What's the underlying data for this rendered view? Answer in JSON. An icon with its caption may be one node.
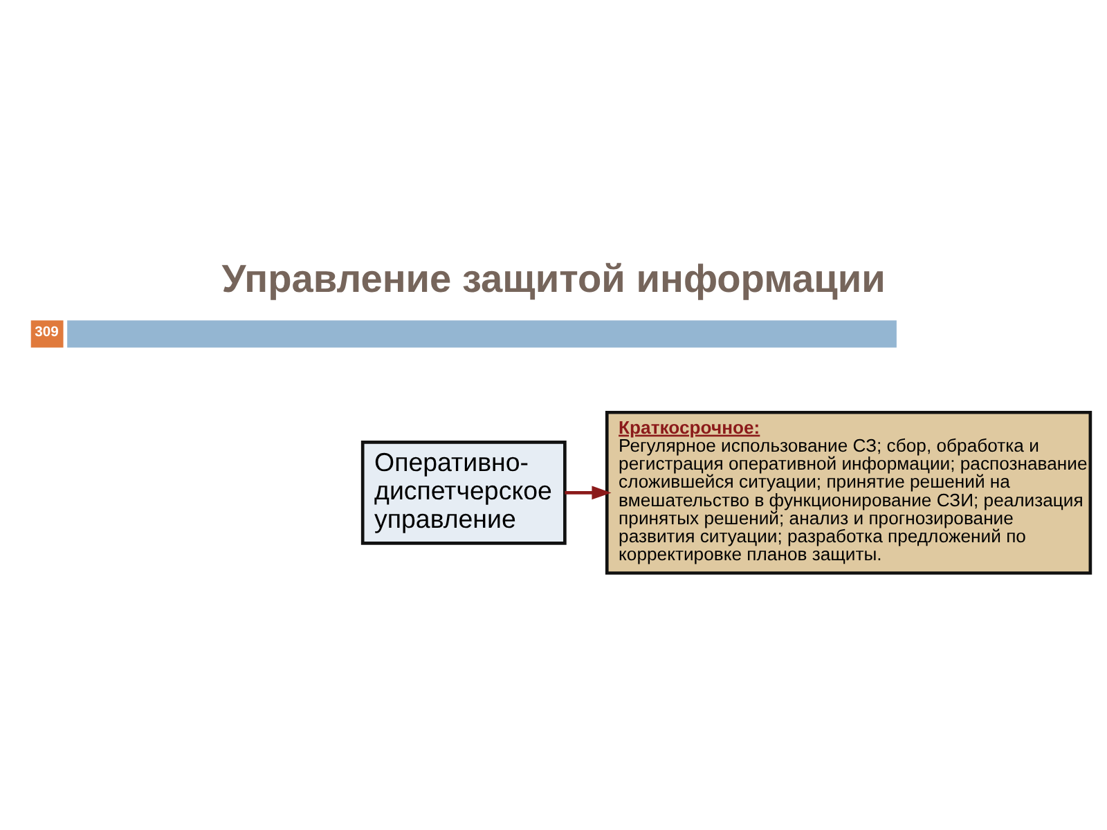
{
  "diagram": {
    "title": "Управление защитой информации",
    "nodes": [
      {
        "text": [
          "Оперативно-диспетчерское управление"
        ]
      },
      {
        "text": [
          "Краткосрочное:",
          "Регулярное использование СЗ; сбор, обработка и регистрация оперативной информации; распознавание сложившейся ситуации; принятие решений на вмешательство в функционирование СЗИ; реализация принятых решений; анализ и прогнозирование развития ситуации; разработка предложений по корректировке планов защиты."
        ]
      }
    ],
    "edges": [
      {
        "from": 0,
        "to": 1,
        "arrow": "to",
        "color": "#8b1a1a"
      }
    ],
    "labels": [
      "309"
    ]
  }
}
